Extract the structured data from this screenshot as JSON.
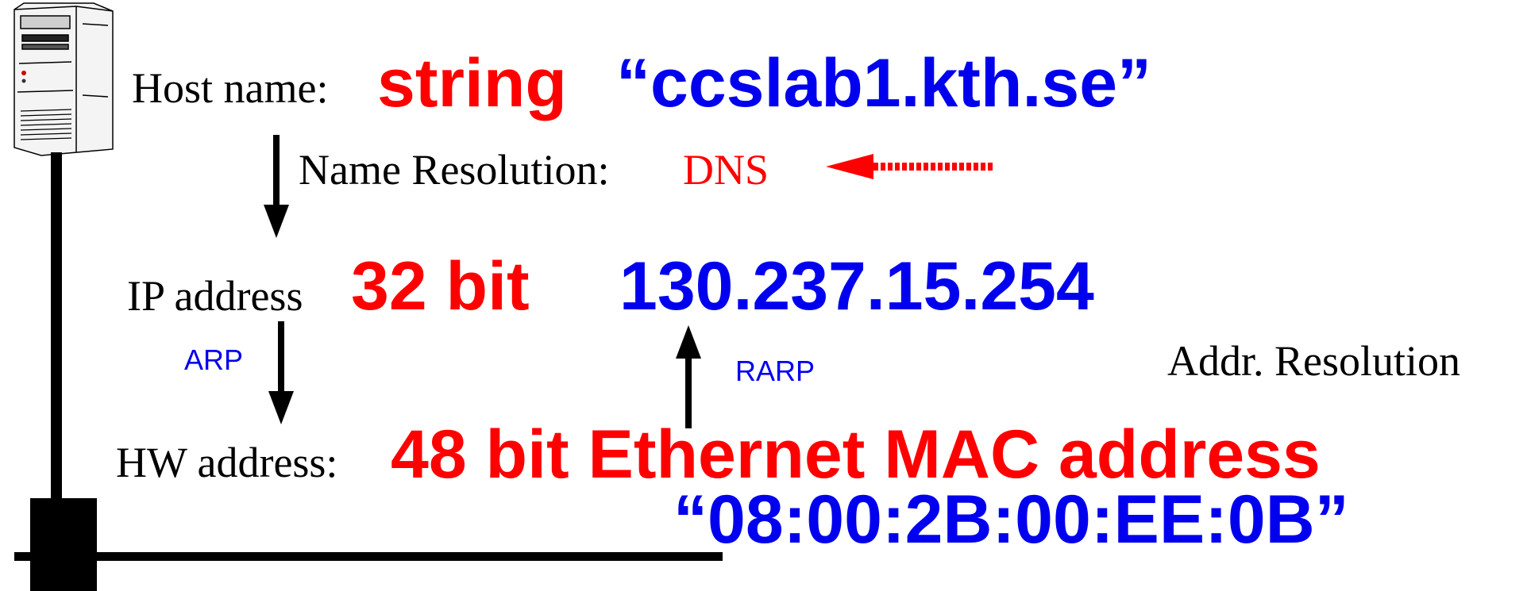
{
  "colors": {
    "red": "#ff0000",
    "blue": "#0000ee",
    "black": "#000000"
  },
  "host": {
    "label": "Host name:",
    "type": "string",
    "value": "“ccslab1.kth.se”"
  },
  "name_resolution": {
    "label": "Name Resolution:",
    "protocol": "DNS"
  },
  "ip": {
    "label": "IP address",
    "size": "32 bit",
    "value": "130.237.15.254"
  },
  "arp": {
    "label": "ARP"
  },
  "rarp": {
    "label": "RARP"
  },
  "addr_resolution": {
    "label": "Addr. Resolution"
  },
  "hw": {
    "label": "HW address:",
    "description": "48 bit Ethernet MAC address",
    "value": "“08:00:2B:00:EE:0B”"
  },
  "icons": {
    "host": "server-tower-icon",
    "transceiver": "network-transceiver-icon"
  }
}
